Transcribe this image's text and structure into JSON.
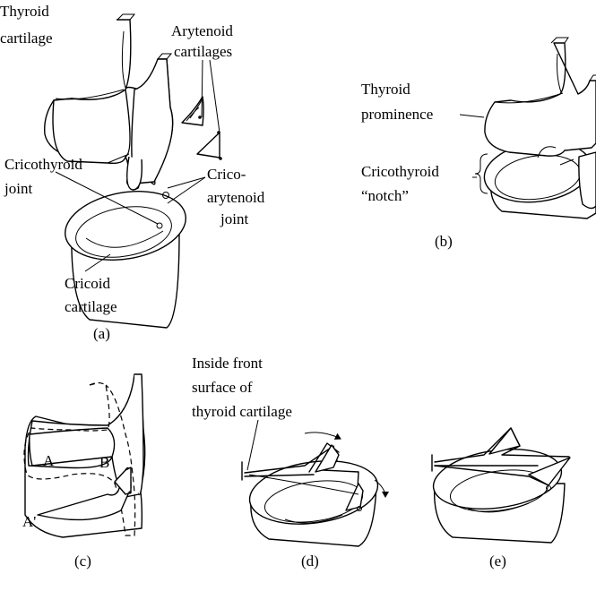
{
  "panels": {
    "a": {
      "caption": "(a)",
      "labels": {
        "thyroid_cartilage": [
          "Thyroid",
          "cartilage"
        ],
        "arytenoid_cartilages": [
          "Arytenoid",
          "cartilages"
        ],
        "cricothyroid_joint": [
          "Cricothyroid",
          "joint"
        ],
        "cricoarytenoid_joint": [
          "Crico-",
          "arytenoid",
          "joint"
        ],
        "cricoid_cartilage": [
          "Cricoid",
          "cartilage"
        ]
      }
    },
    "b": {
      "caption": "(b)",
      "labels": {
        "thyroid_prominence": [
          "Thyroid",
          "prominence"
        ],
        "cricothyroid_notch": [
          "Cricothyroid",
          "“notch”"
        ]
      }
    },
    "c": {
      "caption": "(c)",
      "labels": {
        "point_a": "A",
        "point_b": "B",
        "point_a_prime": "A'"
      }
    },
    "d": {
      "caption": "(d)",
      "labels": {
        "inside_front_surface": [
          "Inside front",
          "surface of",
          "thyroid cartilage"
        ]
      }
    },
    "e": {
      "caption": "(e)"
    }
  }
}
